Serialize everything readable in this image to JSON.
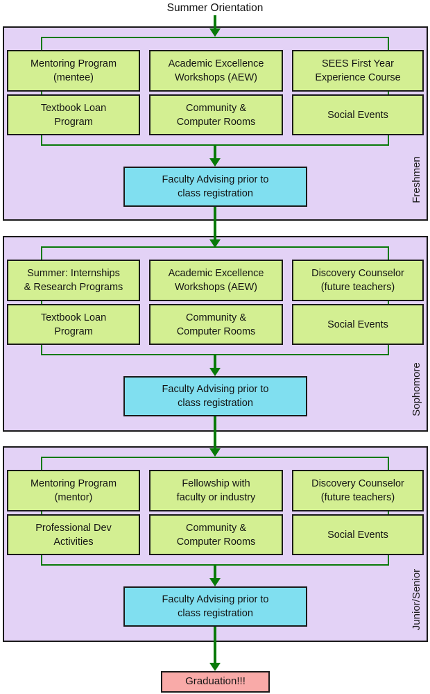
{
  "title": "Summer Orientation",
  "graduation_label": "Graduation!!!",
  "colors": {
    "section-bg": "#e3d2f6",
    "box-green": "#d3ef92",
    "box-blue": "#80dff0",
    "box-pink": "#f9aaa8",
    "line-green": "#097a09",
    "border-dark": "#1a1a1a"
  },
  "sections": [
    {
      "label": "Freshmen",
      "row1": [
        "Mentoring Program\n(mentee)",
        "Academic Excellence\nWorkshops (AEW)",
        "SEES First Year\nExperience Course"
      ],
      "row2": [
        "Textbook Loan\nProgram",
        "Community &\nComputer Rooms",
        "Social Events"
      ],
      "advising": "Faculty Advising prior to\nclass registration"
    },
    {
      "label": "Sophomore",
      "row1": [
        "Summer: Internships\n& Research Programs",
        "Academic Excellence\nWorkshops (AEW)",
        "Discovery Counselor\n(future teachers)"
      ],
      "row2": [
        "Textbook Loan\nProgram",
        "Community &\nComputer Rooms",
        "Social Events"
      ],
      "advising": "Faculty Advising prior to\nclass registration"
    },
    {
      "label": "Junior/Senior",
      "row1": [
        "Mentoring Program\n(mentor)",
        "Fellowship with\nfaculty or industry",
        "Discovery Counselor\n(future teachers)"
      ],
      "row2": [
        "Professional Dev\nActivities",
        "Community &\nComputer Rooms",
        "Social Events"
      ],
      "advising": "Faculty Advising prior to\nclass registration"
    }
  ]
}
